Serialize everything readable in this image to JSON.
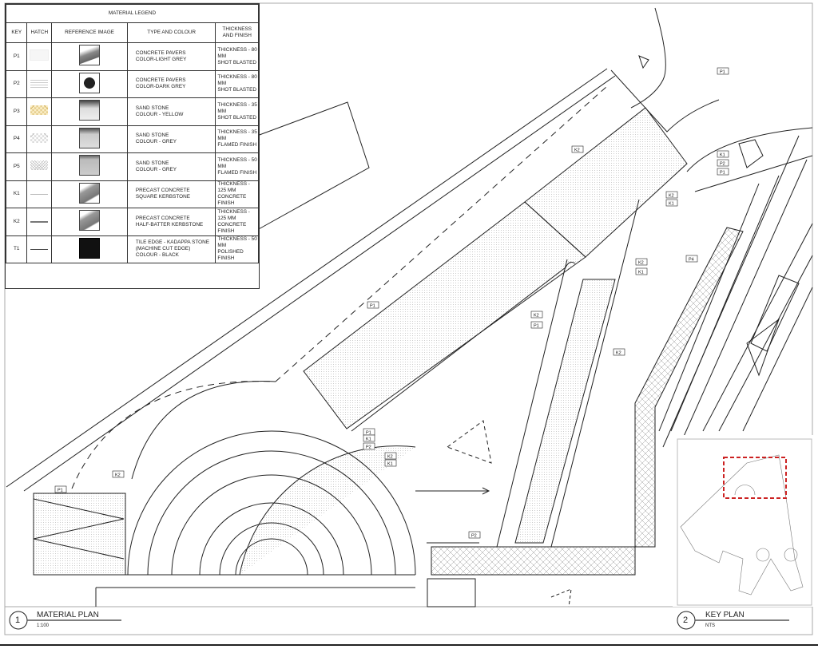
{
  "legend": {
    "title": "MATERIAL LEGEND",
    "headers": {
      "key": "KEY",
      "hatch": "HATCH",
      "image": "REFERENCE IMAGE",
      "type": "TYPE AND COLOUR",
      "finish": "THICKNESS AND FINISH"
    },
    "rows": [
      {
        "key": "P1",
        "type1": "CONCRETE PAVERS",
        "type2": "COLOR-LIGHT GREY",
        "type3": "",
        "fin1": "THICKNESS - 80 MM",
        "fin2": "SHOT BLASTED"
      },
      {
        "key": "P2",
        "type1": "CONCRETE PAVERS",
        "type2": "COLOR-DARK GREY",
        "type3": "",
        "fin1": "THICKNESS - 80 MM",
        "fin2": "SHOT BLASTED"
      },
      {
        "key": "P3",
        "type1": "SAND STONE",
        "type2": "COLOUR - YELLOW",
        "type3": "",
        "fin1": "THICKNESS - 35 MM",
        "fin2": "SHOT BLASTED"
      },
      {
        "key": "P4",
        "type1": "SAND STONE",
        "type2": "COLOUR - GREY",
        "type3": "",
        "fin1": "THICKNESS - 35 MM",
        "fin2": "FLAMED FINISH"
      },
      {
        "key": "P5",
        "type1": "SAND STONE",
        "type2": "COLOUR - GREY",
        "type3": "",
        "fin1": "THICKNESS - 50 MM",
        "fin2": "FLAMED FINISH"
      },
      {
        "key": "K1",
        "type1": "PRECAST CONCRETE",
        "type2": "SQUARE KERBSTONE",
        "type3": "",
        "fin1": "THICKNESS - 125 MM",
        "fin2": "CONCRETE FINISH"
      },
      {
        "key": "K2",
        "type1": "PRECAST CONCRETE",
        "type2": "HALF-BATTER KERBSTONE",
        "type3": "",
        "fin1": "THICKNESS - 125 MM",
        "fin2": "CONCRETE FINISH"
      },
      {
        "key": "T1",
        "type1": "TILE EDGE - KADAPPA STONE",
        "type2": "(MACHINE CUT EDGE)",
        "type3": "COLOUR - BLACK",
        "fin1": "THICKNESS - 50 MM",
        "fin2": "POLISHED FINISH"
      }
    ]
  },
  "tags": [
    "P1",
    "K2",
    "K1",
    "P2",
    "P1",
    "K2",
    "K1",
    "P4",
    "K2",
    "K1",
    "P1",
    "K2",
    "P1",
    "K2",
    "P1",
    "K1",
    "P2",
    "K2",
    "K1",
    "K2",
    "P1",
    "P2"
  ],
  "titles": {
    "plan_number": "1",
    "plan_title": "MATERIAL PLAN",
    "plan_scale": "1:100",
    "key_number": "2",
    "key_title": "KEY PLAN",
    "key_scale": "NTS"
  },
  "colors": {
    "highlight": "#cc2222",
    "line": "#222222",
    "hatch": "#888888"
  }
}
